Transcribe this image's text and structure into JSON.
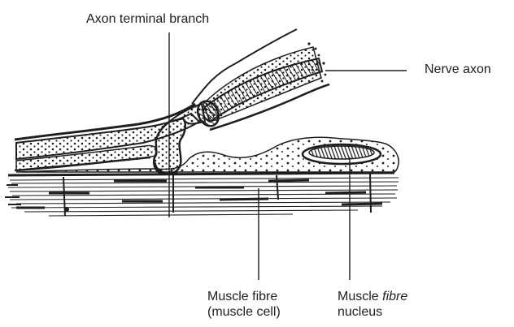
{
  "labels": {
    "axon_terminal_branch": "Axon terminal branch",
    "nerve_axon": "Nerve axon",
    "muscle_fibre_line1": "Muscle fibre",
    "muscle_fibre_line2": "(muscle cell)",
    "muscle_nucleus_line1_word1": "Muscle",
    "muscle_nucleus_line1_word2": "fibre",
    "muscle_nucleus_line2": "nucleus"
  },
  "colors": {
    "ink": "#1e1e1e",
    "background": "#ffffff"
  }
}
